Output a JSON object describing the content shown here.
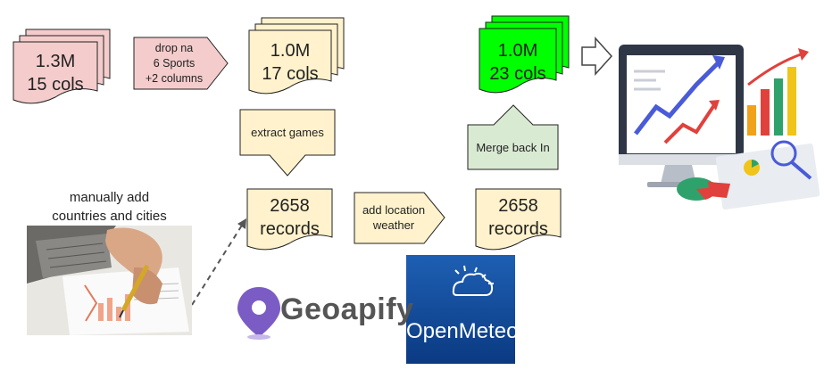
{
  "nodes": {
    "raw": {
      "line1": "1.3M",
      "line2": "15 cols"
    },
    "drop_step": {
      "line1": "drop na",
      "line2": "6 Sports",
      "line3": "+2 columns"
    },
    "filtered": {
      "line1": "1.0M",
      "line2": "17 cols"
    },
    "extract_step": {
      "label": "extract games"
    },
    "games": {
      "line1": "2658",
      "line2": "records"
    },
    "location_step": {
      "line1": "add location",
      "line2": "weather"
    },
    "enriched": {
      "line1": "2658",
      "line2": "records"
    },
    "merge_step": {
      "label": "Merge back In"
    },
    "final": {
      "line1": "1.0M",
      "line2": "23 cols"
    }
  },
  "annotation": {
    "line1": "manually add",
    "line2": "countries and cities"
  },
  "logos": {
    "geoapify": "Geoapify",
    "openmeteo": "OpenMeteo"
  },
  "colors": {
    "pink": "#f4cccc",
    "beige": "#fff2cc",
    "green": "#00ff00",
    "sage": "#d9ead3"
  }
}
